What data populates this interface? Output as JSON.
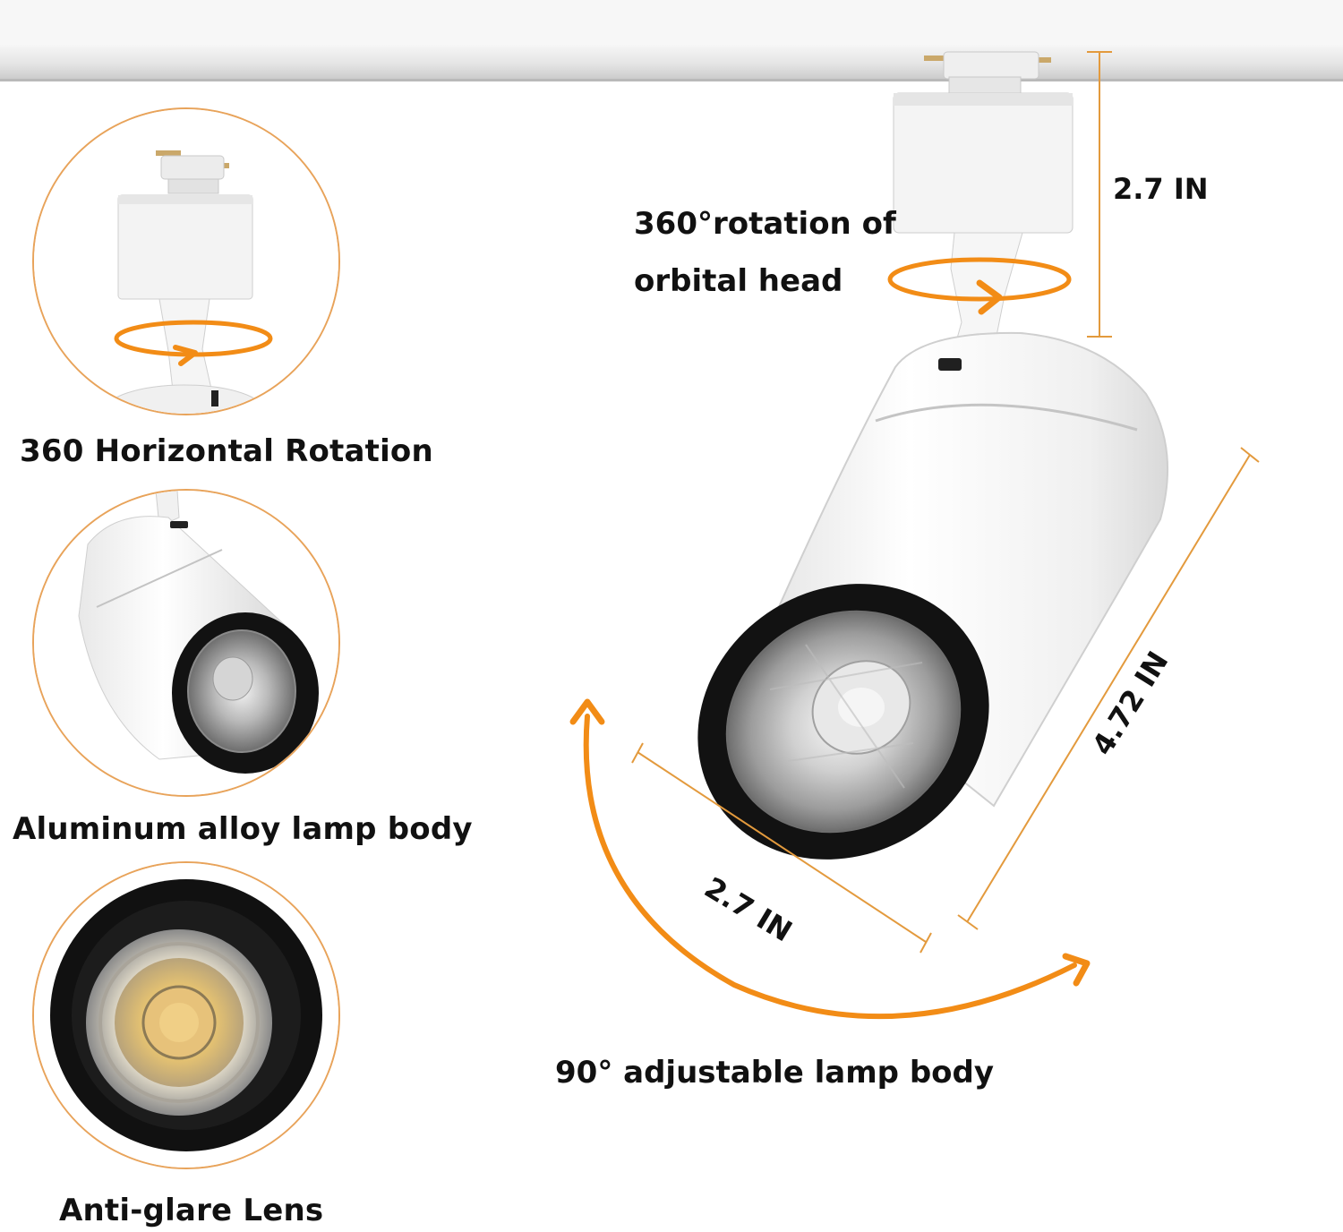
{
  "features": [
    {
      "caption": "360 Horizontal Rotation",
      "icon": "horizontal-rotation-icon"
    },
    {
      "caption": "Aluminum alloy lamp body",
      "icon": "lamp-body-icon"
    },
    {
      "caption": "Anti-glare Lens",
      "icon": "anti-glare-lens-icon"
    }
  ],
  "main": {
    "rotation_label_line1": "360°rotation of",
    "rotation_label_line2": "orbital head",
    "height_dimension": "2.7 IN",
    "diameter_dimension": "2.7 IN",
    "length_dimension": "4.72 IN",
    "adjust_label": "90° adjustable lamp body"
  },
  "colors": {
    "accent": "#f28c16",
    "dimension_line": "#e39a3d",
    "circle_border": "#e8a35a",
    "fixture_white": "#f4f4f4",
    "bezel_black": "#111111"
  }
}
